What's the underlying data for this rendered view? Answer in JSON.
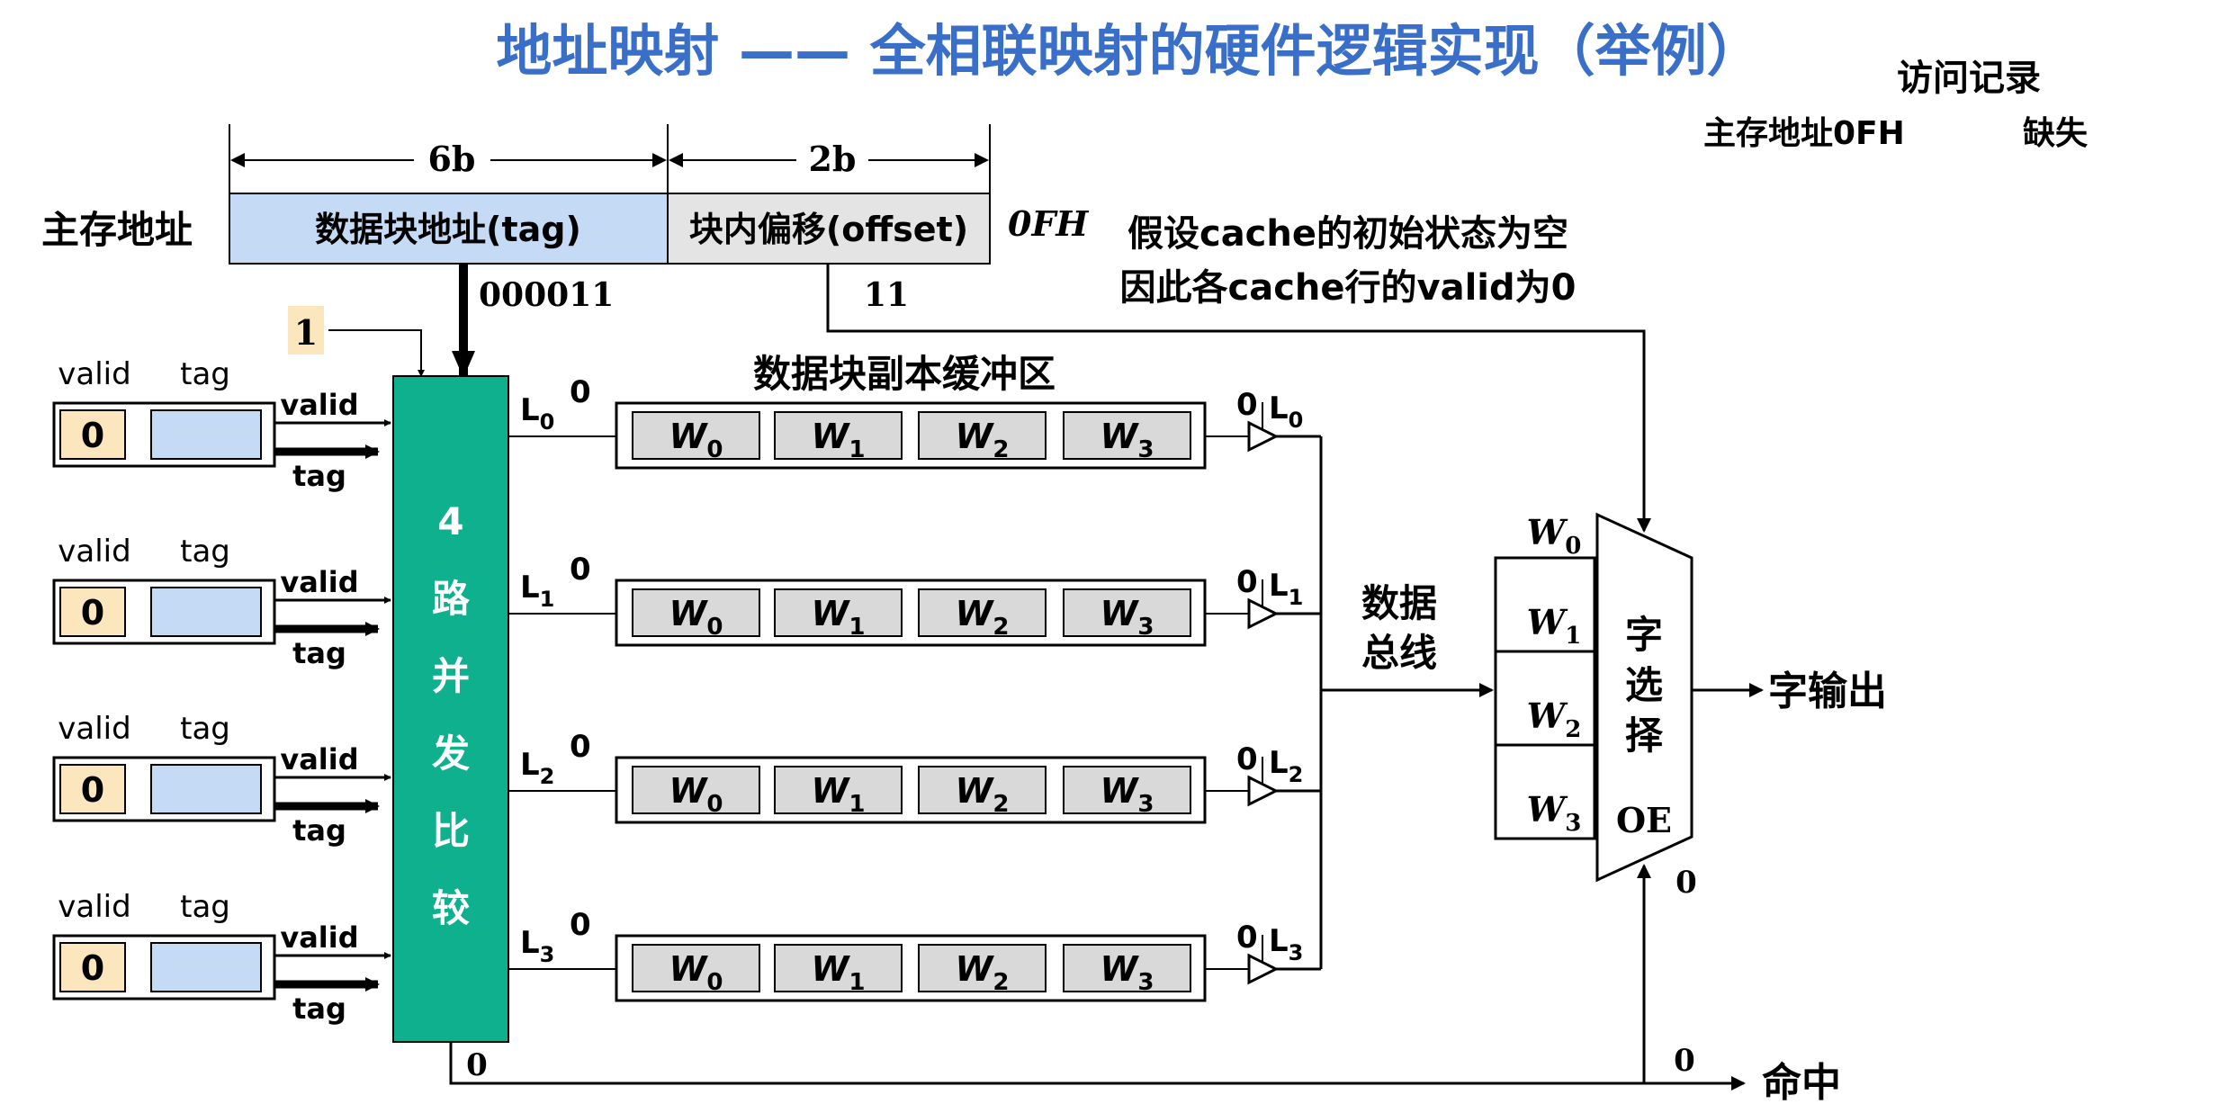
{
  "title": "地址映射 —— 全相联映射的硬件逻辑实现（举例）",
  "access_log": {
    "heading": "访问记录",
    "address_label": "主存地址0FH",
    "result": "缺失"
  },
  "main_address": {
    "label": "主存地址",
    "tag_width": "6b",
    "offset_width": "2b",
    "tag_field": "数据块地址(tag)",
    "offset_field": "块内偏移(offset)",
    "value": "0FH",
    "tag_bits": "000011",
    "offset_bits": "11"
  },
  "note": {
    "line1": "假设cache的初始状态为空",
    "line2": "因此各cache行的valid为0"
  },
  "enable_signal": "1",
  "comparator": {
    "label_chars": [
      "4",
      "路",
      "并",
      "发",
      "比",
      "较"
    ]
  },
  "buffer_title": "数据块副本缓冲区",
  "lines": [
    {
      "valid_head": "valid",
      "tag_head": "tag",
      "valid_value": "0",
      "valid_arrow": "valid",
      "tag_arrow": "tag",
      "line_name": "L",
      "line_sub": "0",
      "compare_out": "0",
      "gate_out": "0",
      "words": [
        "W0",
        "W1",
        "W2",
        "W3"
      ]
    },
    {
      "valid_head": "valid",
      "tag_head": "tag",
      "valid_value": "0",
      "valid_arrow": "valid",
      "tag_arrow": "tag",
      "line_name": "L",
      "line_sub": "1",
      "compare_out": "0",
      "gate_out": "0",
      "words": [
        "W0",
        "W1",
        "W2",
        "W3"
      ]
    },
    {
      "valid_head": "valid",
      "tag_head": "tag",
      "valid_value": "0",
      "valid_arrow": "valid",
      "tag_arrow": "tag",
      "line_name": "L",
      "line_sub": "2",
      "compare_out": "0",
      "gate_out": "0",
      "words": [
        "W0",
        "W1",
        "W2",
        "W3"
      ]
    },
    {
      "valid_head": "valid",
      "tag_head": "tag",
      "valid_value": "0",
      "valid_arrow": "valid",
      "tag_arrow": "tag",
      "line_name": "L",
      "line_sub": "3",
      "compare_out": "0",
      "gate_out": "0",
      "words": [
        "W0",
        "W1",
        "W2",
        "W3"
      ]
    }
  ],
  "data_bus": {
    "line1": "数据",
    "line2": "总线"
  },
  "word_select": {
    "inputs": [
      "W0",
      "W1",
      "W2",
      "W3"
    ],
    "label_chars": [
      "字",
      "选",
      "择"
    ],
    "oe": "OE",
    "oe_value": "0"
  },
  "output_label": "字输出",
  "hit": {
    "label": "命中",
    "value": "0",
    "compare_value": "0"
  },
  "colors": {
    "title": "#3a6fc9",
    "comparator": "#0fb08e",
    "tag_fill": "#c5daf5",
    "offset_fill": "#e4e4e4",
    "valid_fill": "#fbe6bd",
    "word_fill": "#d9d9d9"
  }
}
